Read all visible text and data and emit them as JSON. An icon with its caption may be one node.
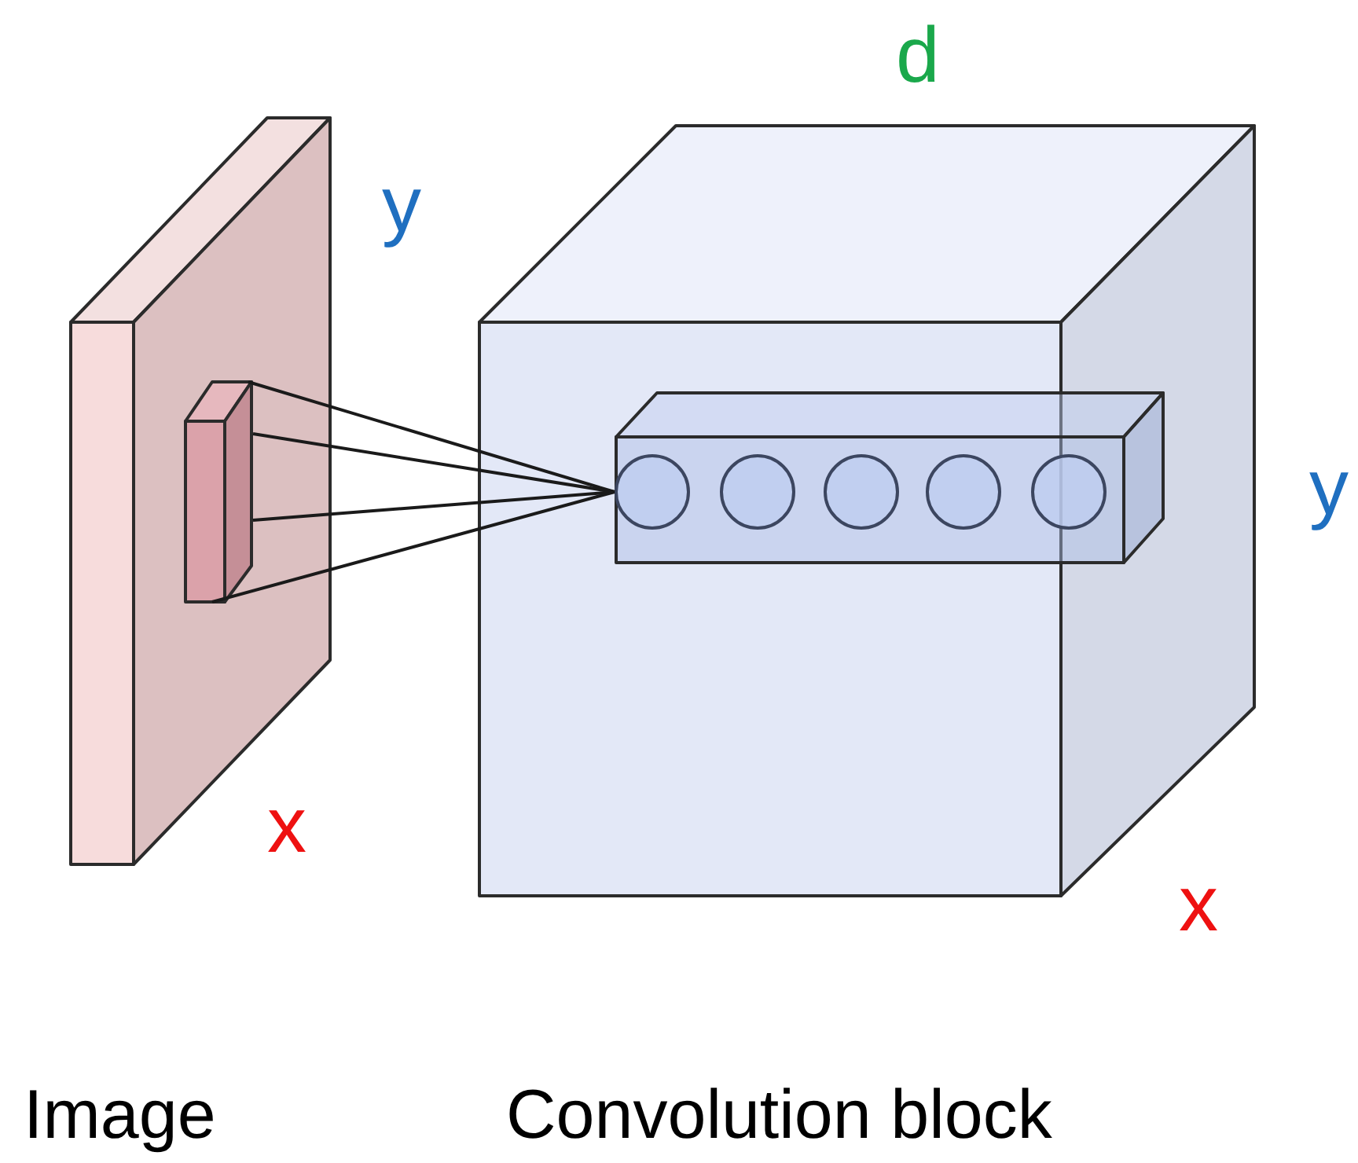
{
  "diagram": {
    "nodes": [
      {
        "text": [],
        "shape": "box",
        "beside": [
          "Image"
        ]
      },
      {
        "text": [],
        "shape": "box",
        "in": 0
      },
      {
        "text": [],
        "shape": "box",
        "beside": [
          "Convolution block"
        ]
      },
      {
        "text": [],
        "shape": "box",
        "in": 2
      },
      {
        "text": [],
        "shape": "circle",
        "in": 3
      },
      {
        "text": [],
        "shape": "circle",
        "in": 3
      },
      {
        "text": [],
        "shape": "circle",
        "in": 3
      },
      {
        "text": [],
        "shape": "circle",
        "in": 3
      },
      {
        "text": [],
        "shape": "circle",
        "in": 3
      }
    ],
    "edges": [
      {
        "from": 1,
        "to": 4,
        "arrow": "none"
      },
      {
        "from": 1,
        "to": 4,
        "arrow": "none"
      },
      {
        "from": 1,
        "to": 4,
        "arrow": "none"
      },
      {
        "from": 1,
        "to": 4,
        "arrow": "none"
      }
    ],
    "labels": [
      "d",
      "y",
      "y",
      "x",
      "x"
    ]
  }
}
